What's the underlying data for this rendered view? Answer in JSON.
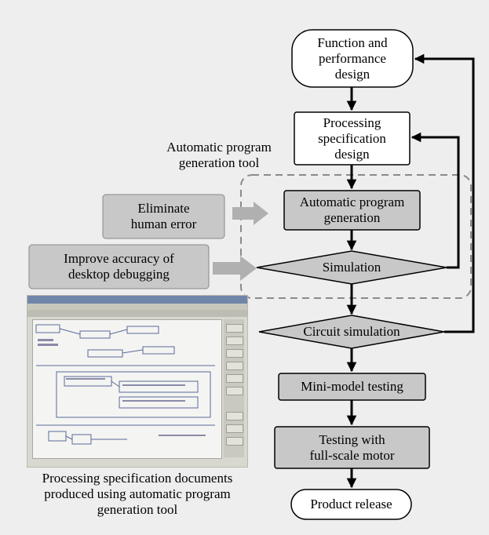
{
  "nodes": {
    "function_design": "Function and\nperformance\ndesign",
    "processing_spec": "Processing\nspecification\ndesign",
    "auto_program_generation": "Automatic program\ngeneration",
    "simulation": "Simulation",
    "circuit_simulation": "Circuit simulation",
    "mini_model_testing": "Mini-model testing",
    "full_scale_testing": "Testing with\nfull-scale motor",
    "product_release": "Product release"
  },
  "annotations": {
    "tool_group_label": "Automatic program\ngeneration tool",
    "eliminate_human_error": "Eliminate\nhuman error",
    "improve_accuracy": "Improve accuracy of\ndesktop debugging"
  },
  "screenshot_caption": "Processing specification documents\nproduced using automatic program\ngeneration tool",
  "colors": {
    "background": "#eeeeee",
    "white_box": "#ffffff",
    "gray_box": "#c8c8c8",
    "dashed_border": "#8a8a8a",
    "gray_arrow": "#b0b0b0",
    "line": "#000000"
  }
}
